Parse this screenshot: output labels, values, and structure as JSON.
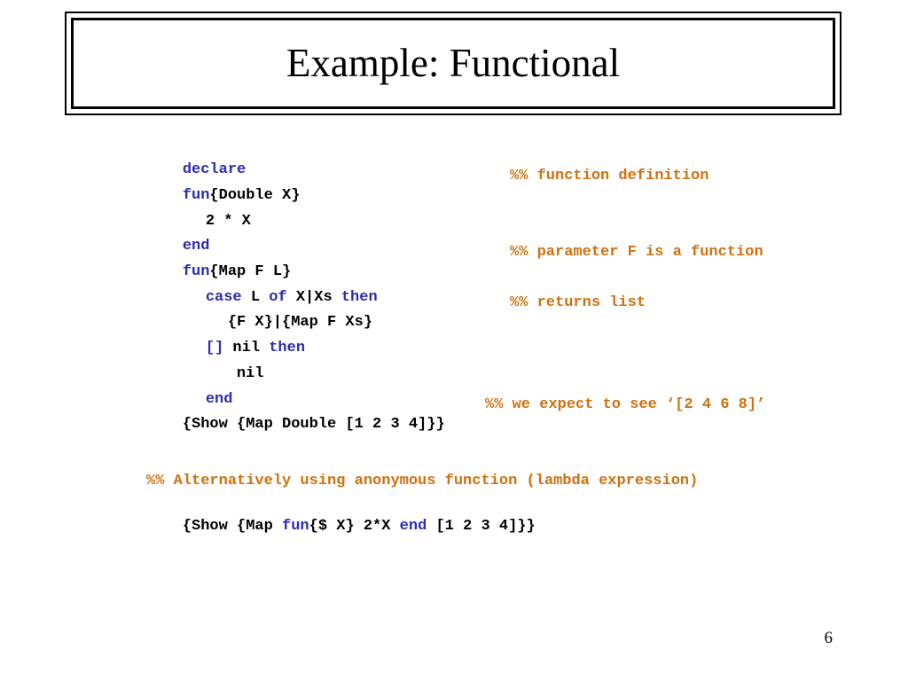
{
  "title": "Example: Functional",
  "code": {
    "l1": {
      "kw": "declare"
    },
    "l2": {
      "kw": "fun",
      "text": "{Double X}",
      "comment": "%% function definition"
    },
    "l3": {
      "text": "2 * X"
    },
    "l4": {
      "kw": "end"
    },
    "l5": {
      "kw": "fun",
      "text": "{Map F L}",
      "comment": "%% parameter F is a function"
    },
    "l6": {
      "kw1": "case",
      "t1": " L ",
      "kw2": "of",
      "t2": " X|Xs ",
      "kw3": "then"
    },
    "l7": {
      "text": "{F X}|{Map F Xs}",
      "comment": "%% returns list"
    },
    "l8": {
      "kw1": "[]",
      "t1": " nil ",
      "kw2": "then"
    },
    "l9": {
      "text": "nil"
    },
    "l10": {
      "kw": "end"
    },
    "l11": {
      "text": "{Show {Map Double [1 2 3 4]}}",
      "comment": "%% we expect to see ‘[2 4 6 8]’"
    },
    "l12": {
      "comment": "%% Alternatively using anonymous function (lambda expression)"
    },
    "l13": {
      "t1": "{Show {Map ",
      "kw1": "fun",
      "t2": "{$ X} 2*X ",
      "kw2": "end",
      "t3": " [1 2 3 4]}}"
    }
  },
  "page_number": "6",
  "colors": {
    "keyword": "#2b2bb3",
    "comment": "#d0700e",
    "text": "#000000"
  }
}
